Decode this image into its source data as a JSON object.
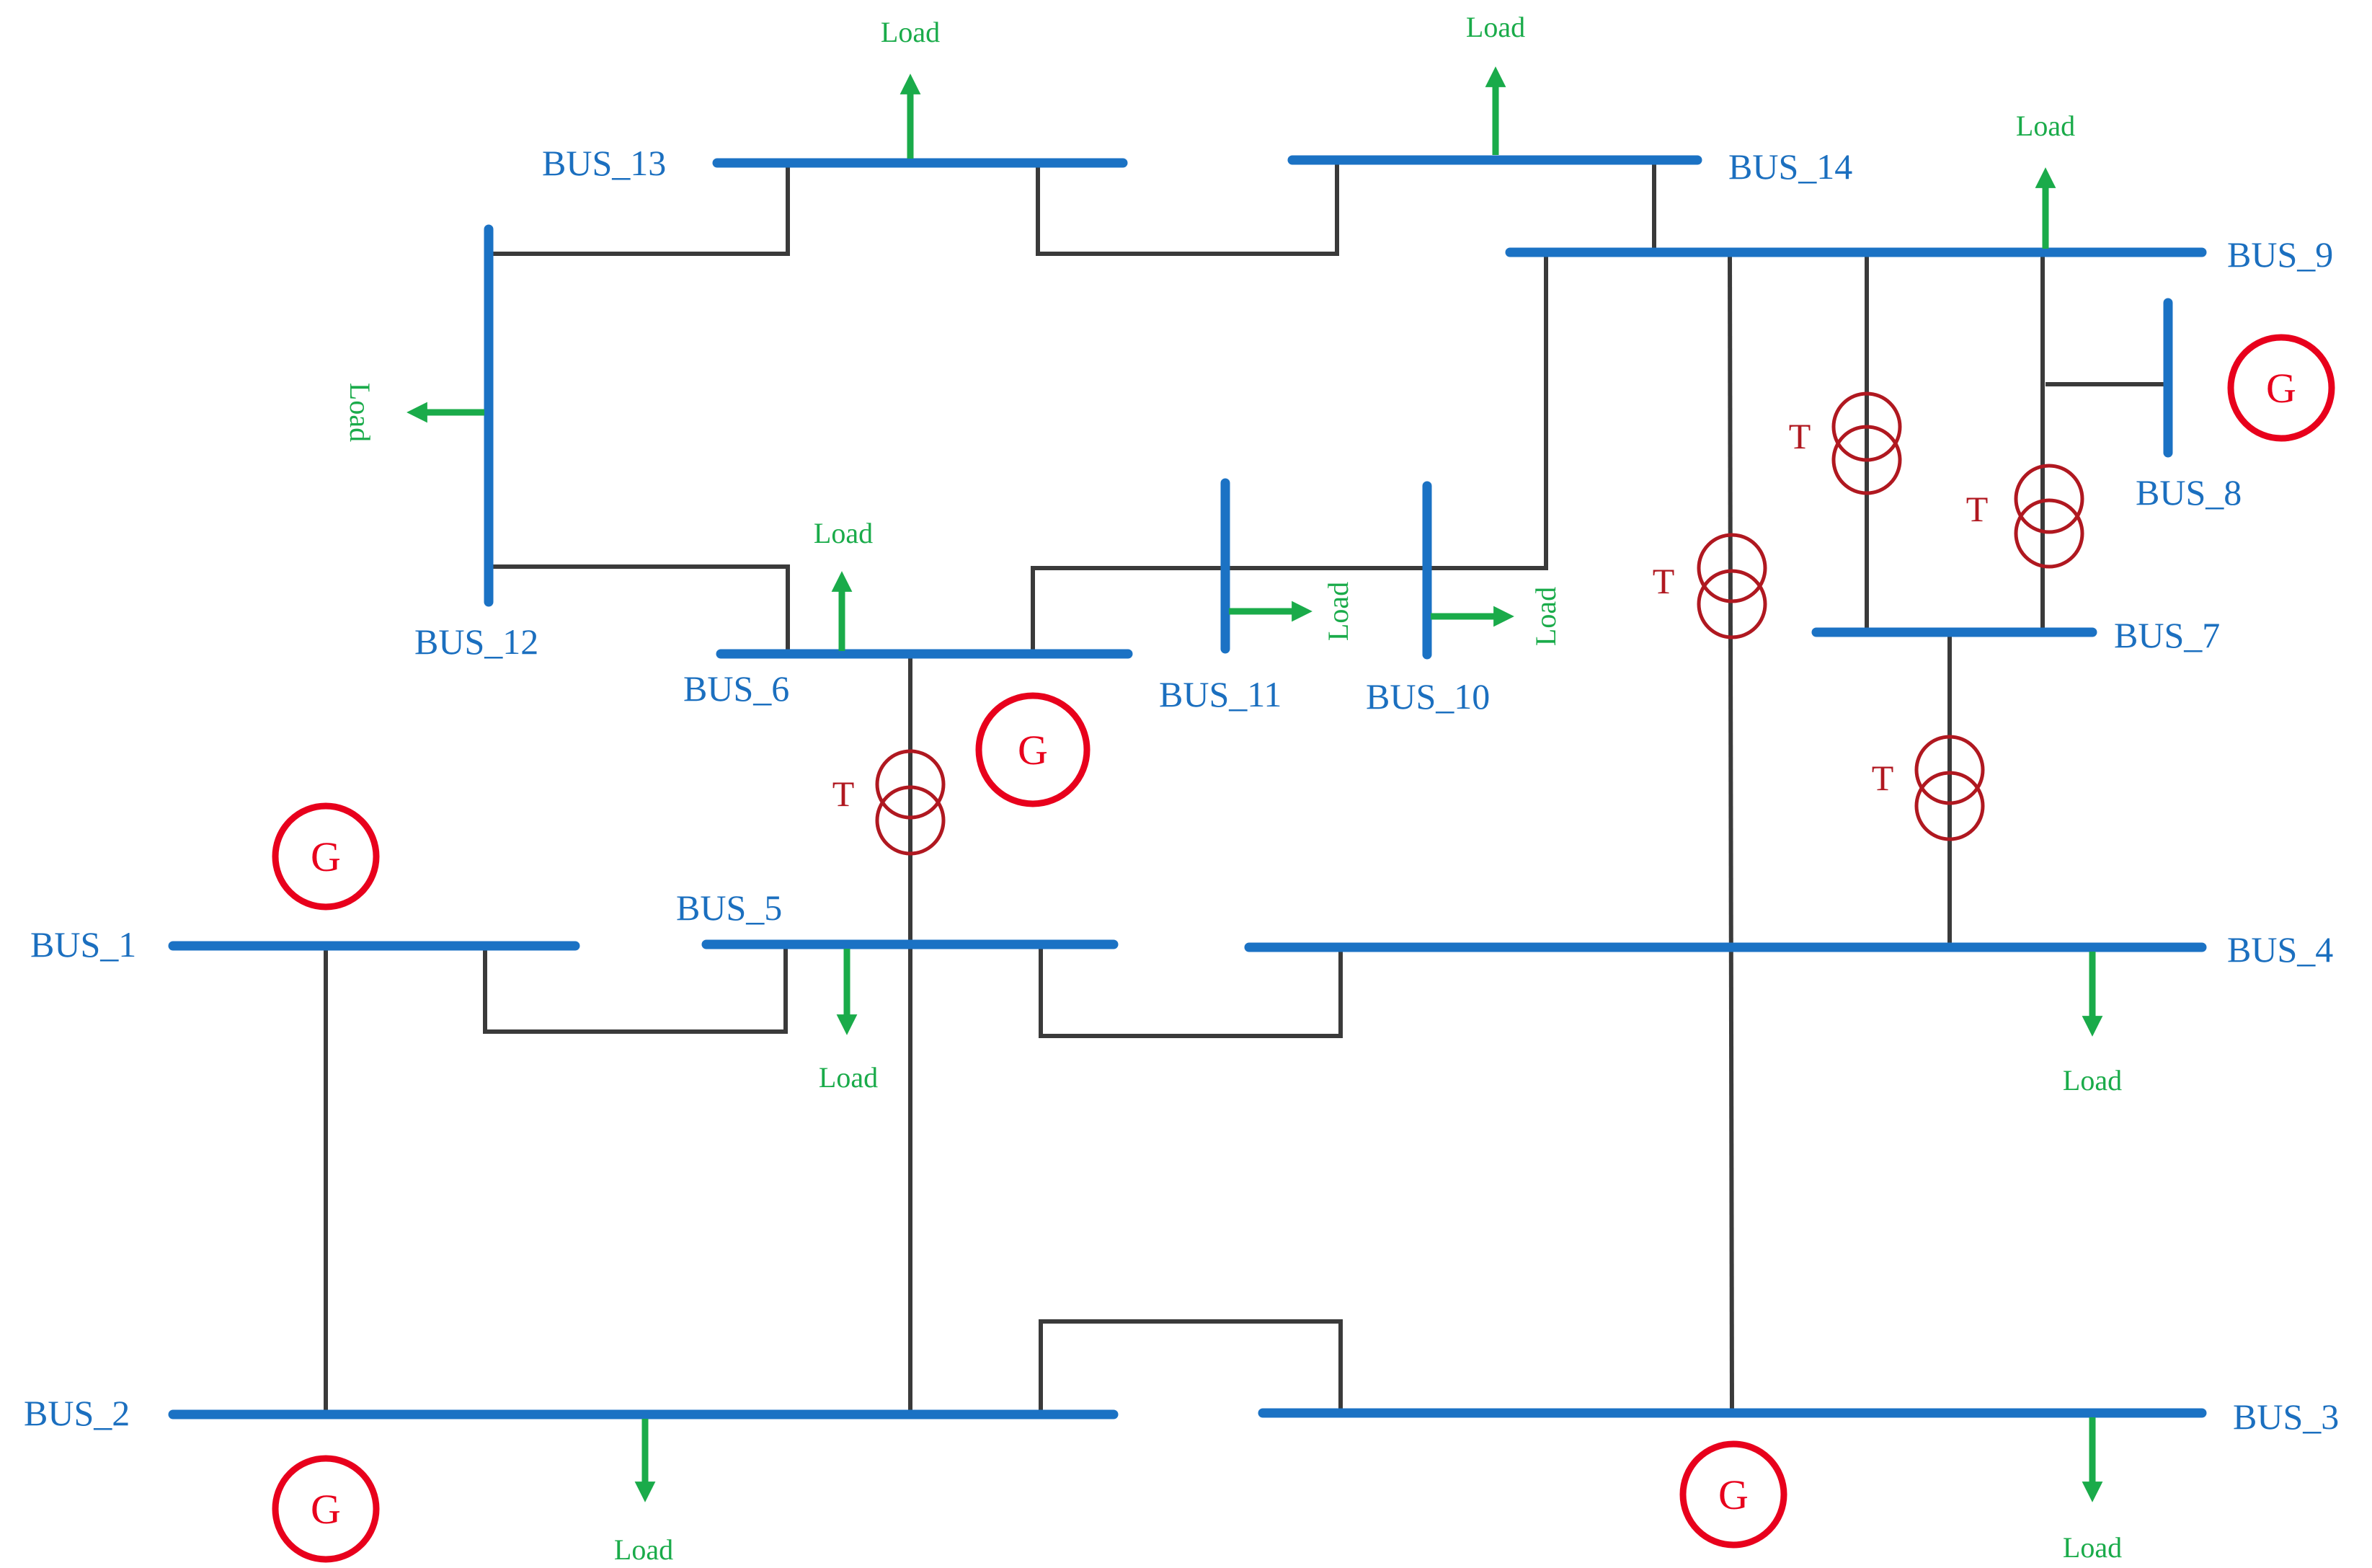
{
  "buses": [
    {
      "id": "bus1",
      "label": "BUS_1"
    },
    {
      "id": "bus2",
      "label": "BUS_2"
    },
    {
      "id": "bus3",
      "label": "BUS_3"
    },
    {
      "id": "bus4",
      "label": "BUS_4"
    },
    {
      "id": "bus5",
      "label": "BUS_5"
    },
    {
      "id": "bus6",
      "label": "BUS_6"
    },
    {
      "id": "bus7",
      "label": "BUS_7"
    },
    {
      "id": "bus8",
      "label": "BUS_8"
    },
    {
      "id": "bus9",
      "label": "BUS_9"
    },
    {
      "id": "bus10",
      "label": "BUS_10"
    },
    {
      "id": "bus11",
      "label": "BUS_11"
    },
    {
      "id": "bus12",
      "label": "BUS_12"
    },
    {
      "id": "bus13",
      "label": "BUS_13"
    },
    {
      "id": "bus14",
      "label": "BUS_14"
    }
  ],
  "symbols": {
    "load_label": "Load",
    "generator_label": "G",
    "transformer_label": "T"
  },
  "colors": {
    "bus": "#1b72c4",
    "line": "#3a3a3a",
    "load": "#1aab4a",
    "generator": "#e8001c",
    "transformer": "#b01820"
  }
}
